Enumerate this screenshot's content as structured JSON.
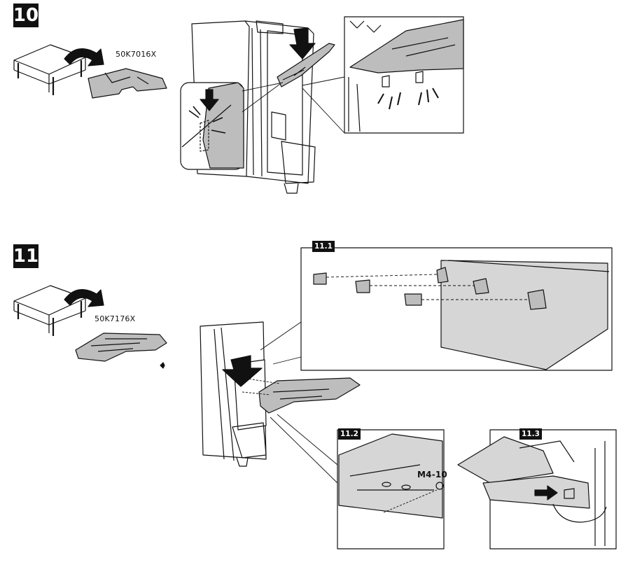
{
  "steps": [
    {
      "number": "10",
      "part_number": "50K7016X"
    },
    {
      "number": "11",
      "part_number": "50K7176X",
      "substeps": [
        {
          "label": "11.1"
        },
        {
          "label": "11.2",
          "screw": "M4-10"
        },
        {
          "label": "11.3"
        }
      ]
    }
  ],
  "colors": {
    "ink": "#111111",
    "part_fill": "#bdbdbd",
    "panel_fill": "#d6d6d6",
    "bg": "#ffffff"
  }
}
